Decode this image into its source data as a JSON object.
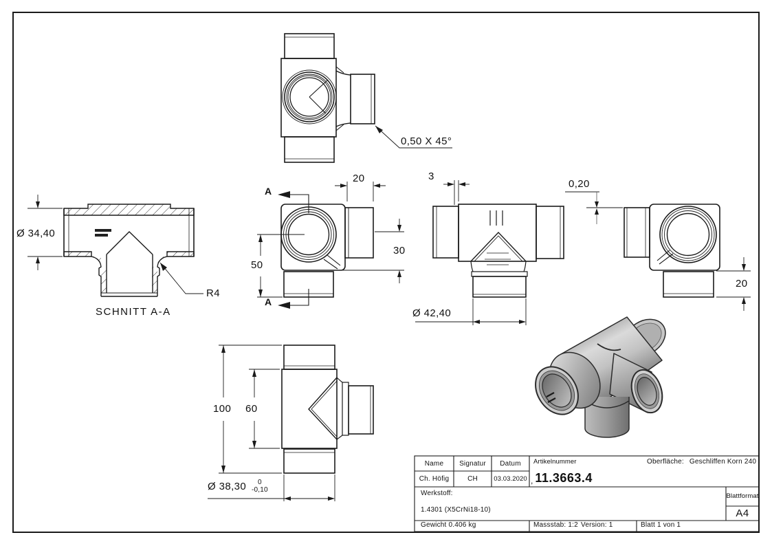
{
  "sheet": {
    "background": "#ffffff",
    "line_color": "#1a1a1a",
    "metal_gray": "#a8a8a8"
  },
  "annotations": {
    "chamfer_note": "0,50 X 45°",
    "dia_34_40": "Ø 34,40",
    "radius_note": "R4",
    "section_label": "SCHNITT A-A",
    "section_arrow": "A",
    "dim_20_top": "20",
    "dim_50": "50",
    "dim_30": "30",
    "dim_3": "3",
    "dia_42_40": "Ø 42,40",
    "dim_0_20": "0,20",
    "dim_20_right": "20",
    "dim_100": "100",
    "dim_60": "60",
    "dia_38_30": "Ø 38,30",
    "tol_upper": "0",
    "tol_lower": "-0,10"
  },
  "title_block": {
    "name_label": "Name",
    "signatur_label": "Signatur",
    "datum_label": "Datum",
    "artikelnummer_label": "Artikelnummer",
    "artikelnummer_comma": ",",
    "artikelnummer_value": "11.3663.4",
    "oberflaeche_label": "Oberfläche:",
    "oberflaeche_value": "Geschliffen Korn 240",
    "name_value": "Ch. Höfig",
    "signatur_value": "CH",
    "datum_value": "03.03.2020",
    "werkstoff_label": "Werkstoff:",
    "werkstoff_value": "1.4301 (X5CrNi18-10)",
    "blattformat_label": "Blattformat",
    "blattformat_value": "A4",
    "gewicht": "Gewicht 0.406 kg",
    "massstab": "Massstab: 1:2",
    "version": "Version: 1",
    "blatt": "Blatt 1 von 1"
  }
}
